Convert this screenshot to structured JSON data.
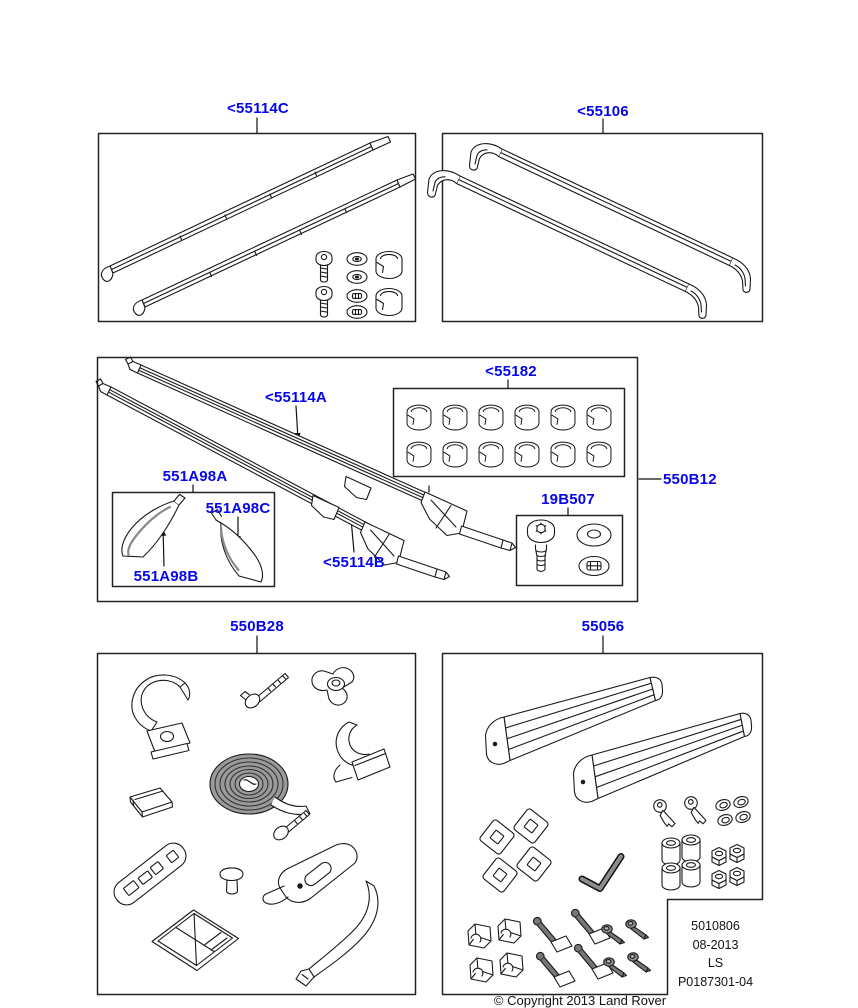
{
  "diagram": {
    "accent_color": "#0505ee",
    "line_color": "#1a1a1a",
    "background": "#ffffff",
    "panels": {
      "roof_rail_kit_c": {
        "label": "<55114C",
        "content": "pair of roof side rails with fixing screws, washers and caps"
      },
      "cross_bar_kit": {
        "label": "<55106",
        "content": "pair of roof cross bars"
      },
      "roof_rail_kit": {
        "label": "550B12",
        "content": "roof side rail kit",
        "parts": {
          "rail_front": "<55114A",
          "rail_rear": "<55114B",
          "cap_set": "<55182",
          "screw_set": "19B507",
          "finisher_a": "551A98A",
          "finisher_b": "551A98B",
          "finisher_c": "551A98C"
        }
      },
      "fitting_kit": {
        "label": "550B28",
        "content": "mounting fitting kit with clamps, strap roll, bolts and instructions"
      },
      "ski_carrier": {
        "label": "55056",
        "content": "ski carrier with keys, locks, plates and fixings"
      }
    },
    "plate": {
      "part_number": "5010806",
      "date": "08-2013",
      "code": "LS",
      "drawing_number": "P0187301-04"
    },
    "footer": {
      "copyright": "© Copyright 2013 Land Rover"
    }
  }
}
